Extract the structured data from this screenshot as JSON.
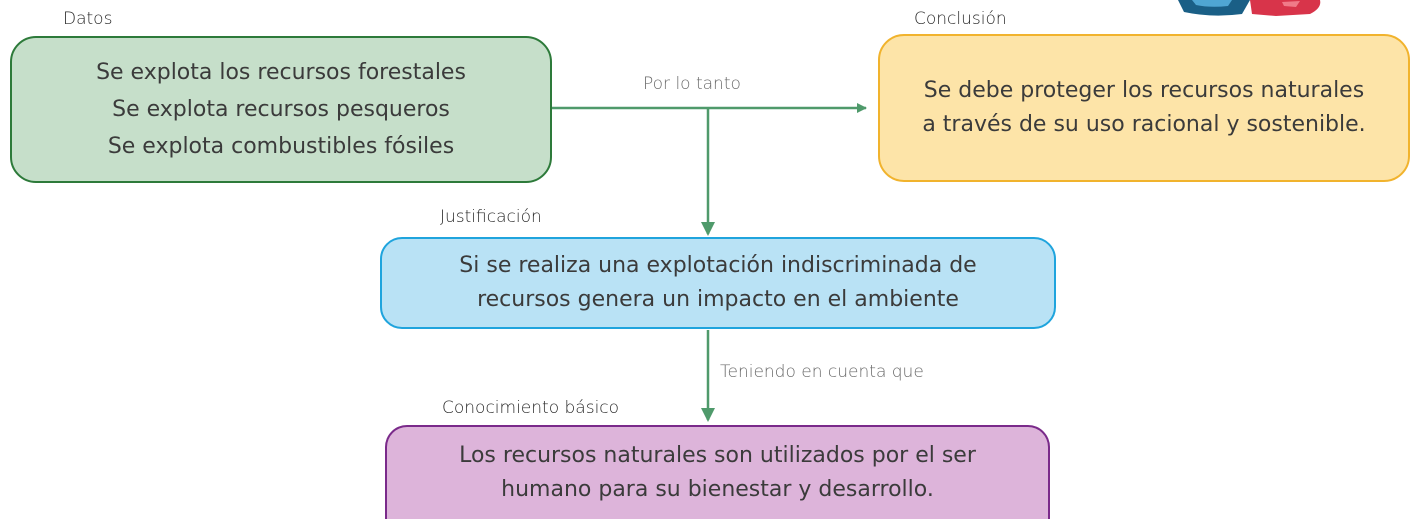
{
  "colors": {
    "datos_fill": "#c6dfca",
    "datos_border": "#2d7a3a",
    "conclusion_fill": "#fde4a8",
    "conclusion_border": "#f1b32d",
    "justificacion_fill": "#b9e2f5",
    "justificacion_border": "#1fa4dd",
    "conocimiento_fill": "#ddb4da",
    "conocimiento_border": "#7a2a8a",
    "arrow": "#4f9a6b"
  },
  "nodes": {
    "datos": {
      "label": "Datos",
      "lines": [
        "Se explota los recursos forestales",
        "Se explota recursos pesqueros",
        "Se explota combustibles fósiles"
      ]
    },
    "conclusion": {
      "label": "Conclusión",
      "lines": [
        "Se debe proteger los recursos naturales",
        "a través de su uso racional y sostenible."
      ]
    },
    "justificacion": {
      "label": "Justificación",
      "lines": [
        "Si se realiza una explotación indiscriminada de",
        "recursos genera un impacto en el ambiente"
      ]
    },
    "conocimiento": {
      "label": "Conocimiento básico",
      "lines": [
        "Los recursos naturales son utilizados por el ser",
        "humano para su bienestar y desarrollo."
      ]
    }
  },
  "edges": {
    "datos_to_conclusion": "Por lo tanto",
    "justificacion_to_conocimiento": "Teniendo en cuenta que"
  },
  "decoration": {
    "icon": "pill-icon"
  }
}
